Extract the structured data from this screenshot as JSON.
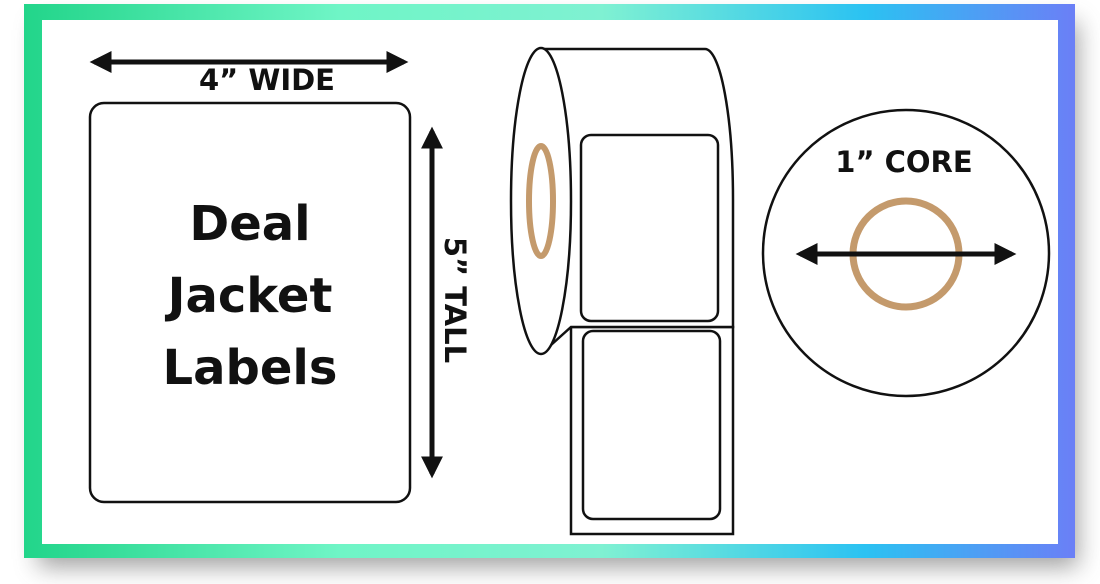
{
  "diagram": {
    "label": {
      "title_lines": [
        "Deal",
        "Jacket",
        "Labels"
      ]
    },
    "width_label": "4” WIDE",
    "height_label": "5” TALL",
    "core_label": "1” CORE"
  },
  "colors": {
    "frame_gradient": [
      "#22d58a",
      "#6ff5c6",
      "#2bc2f2",
      "#6b7ff6"
    ],
    "core_ring": "#c49a6c",
    "ink": "#111111"
  }
}
